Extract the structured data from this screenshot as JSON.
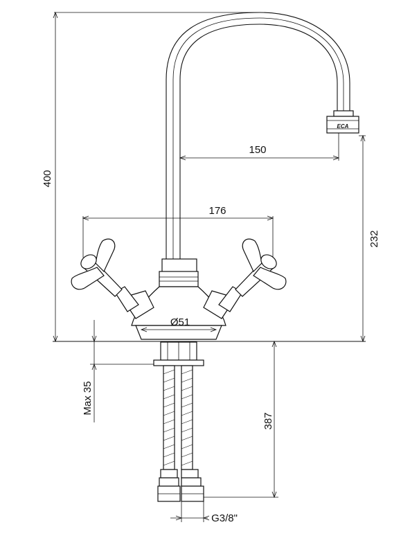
{
  "drawing": {
    "dimensions": {
      "total_height": "400",
      "spout_reach": "150",
      "spout_height": "232",
      "handle_span": "176",
      "base_diameter": "Ø51",
      "max_deck_thickness": "Max 35",
      "hose_length": "387",
      "connection_thread": "G3/8\""
    },
    "brand_mark": "ECA"
  }
}
